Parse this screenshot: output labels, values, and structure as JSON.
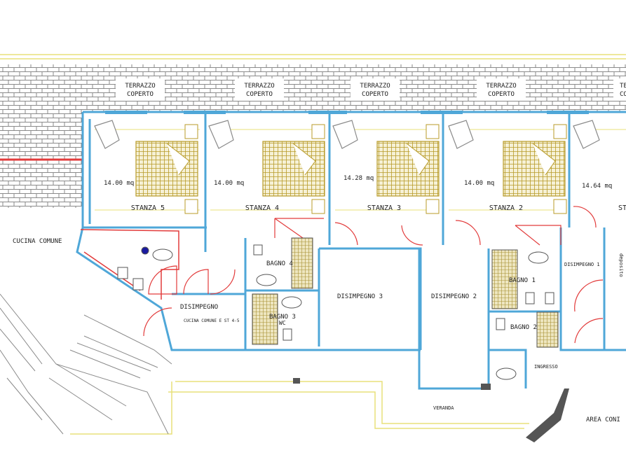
{
  "rooms": {
    "terrace_1": [
      "TERRAZZO",
      "COPERTO"
    ],
    "terrace_2": [
      "TERRAZZO",
      "COPERTO"
    ],
    "terrace_3": [
      "TERRAZZO",
      "COPERTO"
    ],
    "terrace_4": [
      "TERRAZZO",
      "COPERTO"
    ],
    "terrace_5": [
      "TERRAZZO",
      "COPERTO"
    ],
    "stanza_5": "STANZA 5",
    "stanza_4": "STANZA 4",
    "stanza_3": "STANZA 3",
    "stanza_2": "STANZA 2",
    "stanza_1": "ST",
    "area_5": "14.00 mq",
    "area_4": "14.00 mq",
    "area_3": "14.28 mq",
    "area_2": "14.00 mq",
    "area_1": "14.64 mq",
    "cucina_comune": "CUCINA COMUNE",
    "bagno_4": "BAGNO 4",
    "bagno_3": "BAGNO 3",
    "bagno_1": "BAGNO 1",
    "bagno_2": "BAGNO 2",
    "disimpegno": "DISIMPEGNO",
    "disimpegno_note": "CUCINA COMUNE E ST 4-5",
    "disimpegno_3": "DISIMPEGNO 3",
    "disimpegno_2": "DISIMPEGNO 2",
    "disimpegno_1": "DISIMPEGNO 1",
    "ripostiglio": "deposito",
    "ingresso": "INGRESSO",
    "veranda": "VERANDA",
    "area_comune": "AREA CONI",
    "wc": "WC"
  },
  "colors": {
    "wall": "#4fa7d8",
    "brick": "#8a8a8a",
    "door": "#e23b3b",
    "yellow": "#e8e07a",
    "furniture": "#b89b2a",
    "dark": "#555555"
  }
}
